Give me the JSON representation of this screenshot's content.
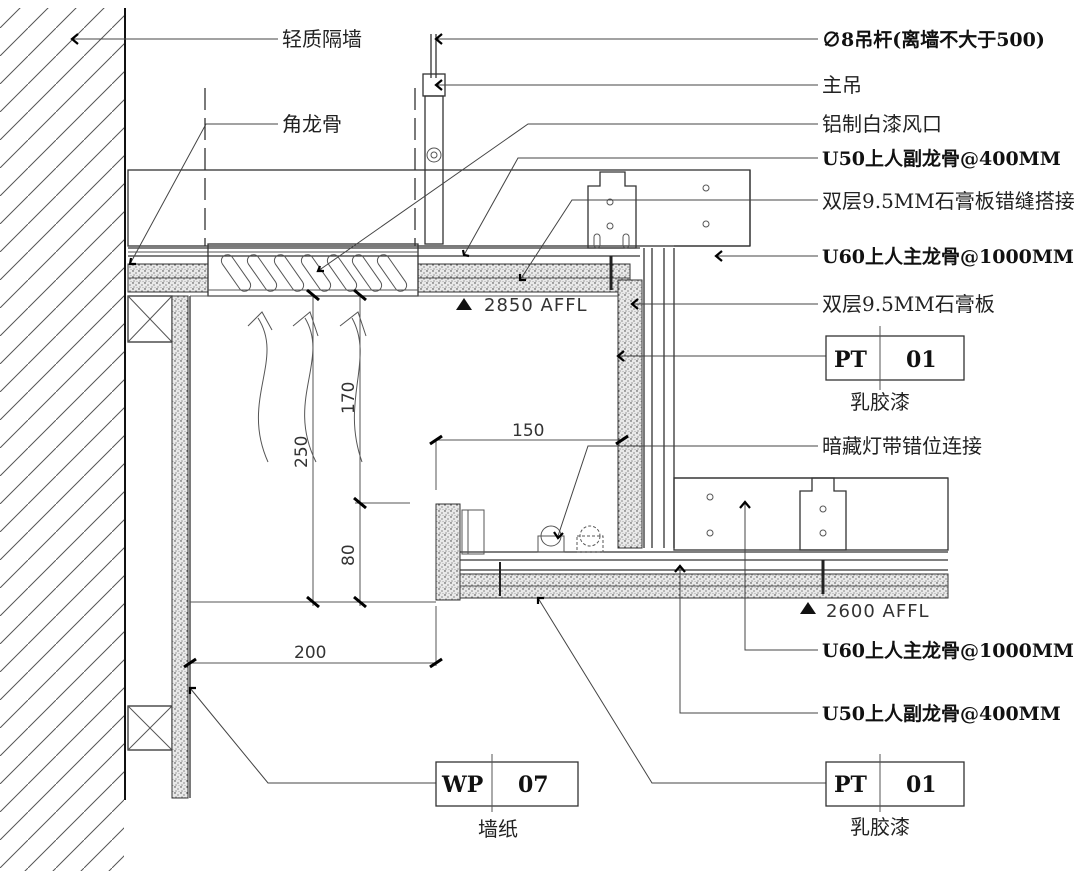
{
  "title": "吊顶风口及暗藏灯带节点剖面图",
  "labels": {
    "light_partition": "轻质隔墙",
    "hanger_rod": "∅8吊杆(离墙不大于500)",
    "main_hanger": "主吊",
    "corner_keel": "角龙骨",
    "air_vent": "铝制白漆风口",
    "u50_top": "U50上人副龙骨@400MM",
    "double_board_staggered": "双层9.5MM石膏板错缝搭接",
    "u60_top": "U60上人主龙骨@1000MM",
    "double_board": "双层9.5MM石膏板",
    "light_strip": "暗藏灯带错位连接",
    "u60_bottom": "U60上人主龙骨@1000MM",
    "u50_bottom": "U50上人副龙骨@400MM"
  },
  "elevations": {
    "upper": "2850 AFFL",
    "lower": "2600 AFFL"
  },
  "dimensions": {
    "d250": "250",
    "d170": "170",
    "d80": "80",
    "d150": "150",
    "d200": "200"
  },
  "material_tags": [
    {
      "code": "PT",
      "number": "01",
      "description": "乳胶漆"
    },
    {
      "code": "WP",
      "number": "07",
      "description": "墙纸"
    },
    {
      "code": "PT",
      "number": "01",
      "description": "乳胶漆"
    }
  ]
}
